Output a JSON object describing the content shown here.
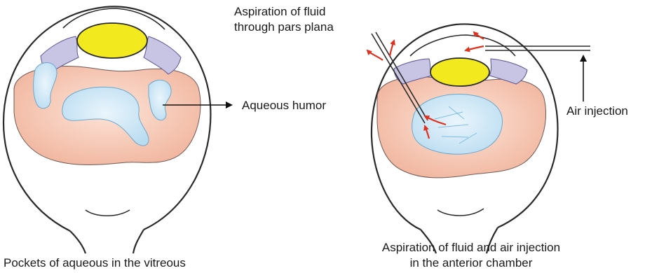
{
  "figure": {
    "left": {
      "label_aqueous_humor": "Aqueous humor",
      "caption": "Pockets of aqueous in the vitreous"
    },
    "right": {
      "label_aspiration_line1": "Aspiration of fluid",
      "label_aspiration_line2": "through pars plana",
      "label_air_injection": "Air injection",
      "caption_line1": "Aspiration of fluid and air injection",
      "caption_line2": "in the anterior chamber"
    },
    "colors": {
      "vitreous_fill": "#f5c6b4",
      "aqueous_fill": "#cfe7f6",
      "lens_fill": "#f2ea1e",
      "ciliary_fill": "#c8c4e4",
      "arrow_red": "#e0301e",
      "outline": "#2a2a2a"
    }
  }
}
